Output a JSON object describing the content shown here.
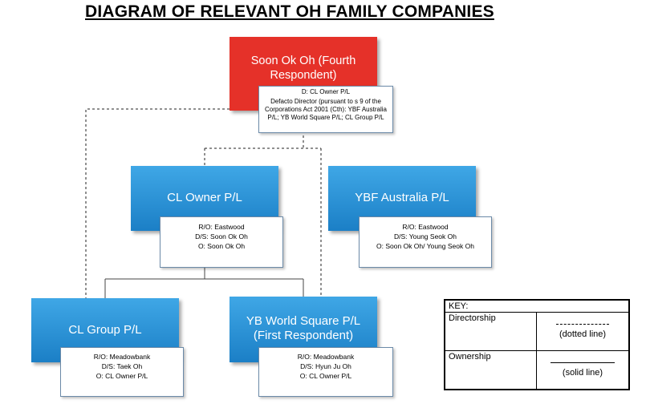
{
  "title": "DIAGRAM OF RELEVANT OH FAMILY COMPANIES",
  "nodes": {
    "soon": {
      "name": "Soon Ok Oh (Fourth Respondent)",
      "details": [
        "D: CL Owner P/L",
        "Defacto Director (pursuant to s 9 of the Corporations Act 2001 (Cth): YBF Australia P/L; YB World Square P/L; CL Group P/L"
      ]
    },
    "cl_owner": {
      "name": "CL Owner P/L",
      "details": [
        "R/O: Eastwood",
        "D/S: Soon Ok Oh",
        "O: Soon Ok Oh"
      ]
    },
    "ybf": {
      "name": "YBF Australia P/L",
      "details": [
        "R/O: Eastwood",
        "D/S: Young Seok Oh",
        "O: Soon Ok Oh/ Young Seok Oh"
      ]
    },
    "cl_group": {
      "name": "CL Group P/L",
      "details": [
        "R/O: Meadowbank",
        "D/S: Taek Oh",
        "O: CL Owner P/L"
      ]
    },
    "yb_ws": {
      "name": "YB World Square P/L (First Respondent)",
      "details": [
        "R/O: Meadowbank",
        "D/S: Hyun Ju Oh",
        "O: CL Owner P/L"
      ]
    }
  },
  "key": {
    "title": "KEY:",
    "directorship": "Directorship",
    "dotted": "(dotted line)",
    "ownership": "Ownership",
    "solid": "(solid line)"
  },
  "colors": {
    "red": "#e53129",
    "blue": "#1b7fc6"
  }
}
